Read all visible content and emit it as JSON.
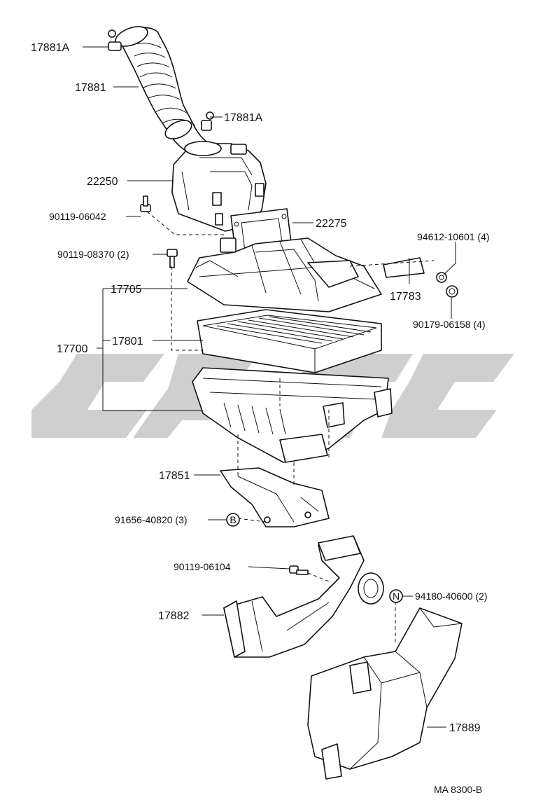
{
  "diagram_code": "MA 8300-B",
  "callouts": {
    "p17881A_top": "17881A",
    "p17881": "17881",
    "p17881A_mid": "17881A",
    "p22250": "22250",
    "p90119_06042": "90119-06042",
    "p22275": "22275",
    "p90119_08370": "90119-08370 (2)",
    "p94612": "94612-10601 (4)",
    "p17705": "17705",
    "p17783": "17783",
    "p90179": "90179-06158 (4)",
    "p17700": "17700",
    "p17801": "17801",
    "p17851": "17851",
    "p91656": "91656-40820 (3)",
    "p90119_06104": "90119-06104",
    "p94180": "94180-40600 (2)",
    "p17882": "17882",
    "p17889": "17889"
  },
  "markers": {
    "b": "B",
    "n": "N"
  },
  "colors": {
    "line": "#111111",
    "watermark": "#c7c7c7",
    "background": "#ffffff"
  }
}
